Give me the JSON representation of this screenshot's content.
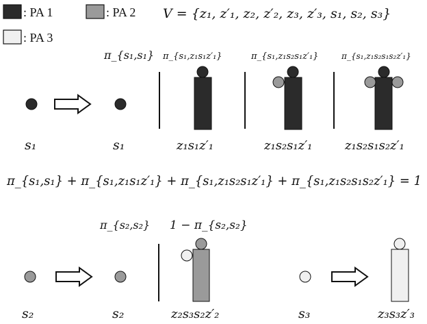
{
  "legend": [
    {
      "label": ": PA 1",
      "color": "#2b2b2b"
    },
    {
      "label": ": PA 2",
      "color": "#9a9a9a"
    },
    {
      "label": ": PA 3",
      "color": "#f0f0f0"
    }
  ],
  "vertex_set": "V = {z₁, z′₁, z₂, z′₂, z₃, z′₃, s₁, s₂, s₃}",
  "top_row": {
    "node_label_start": "s₁",
    "node_label_result": "s₁",
    "pi_labels": [
      "π_{s₁,s₁}",
      "π_{s₁,z₁s₁z′₁}",
      "π_{s₁,z₁s₂s₁z′₁}",
      "π_{s₁,z₁s₂s₁s₂z′₁}"
    ],
    "config_labels": [
      "z₁s₁z′₁",
      "z₁s₂s₁z′₁",
      "z₁s₂s₁s₂z′₁"
    ]
  },
  "equation": "π_{s₁,s₁} + π_{s₁,z₁s₁z′₁} + π_{s₁,z₁s₂s₁z′₁} + π_{s₁,z₁s₂s₁s₂z′₁} = 1",
  "bottom_row": {
    "s2_start": "s₂",
    "s2_result": "s₂",
    "pi_s2": "π_{s₂,s₂}",
    "one_minus_pi": "1 − π_{s₂,s₂}",
    "config_s2": "z₂s₃s₂z′₂",
    "s3_start": "s₃",
    "config_s3": "z₃s₃z′₃"
  },
  "colors": {
    "pa1": "#2b2b2b",
    "pa2": "#9a9a9a",
    "pa3": "#f0f0f0",
    "stroke": "#111111"
  }
}
